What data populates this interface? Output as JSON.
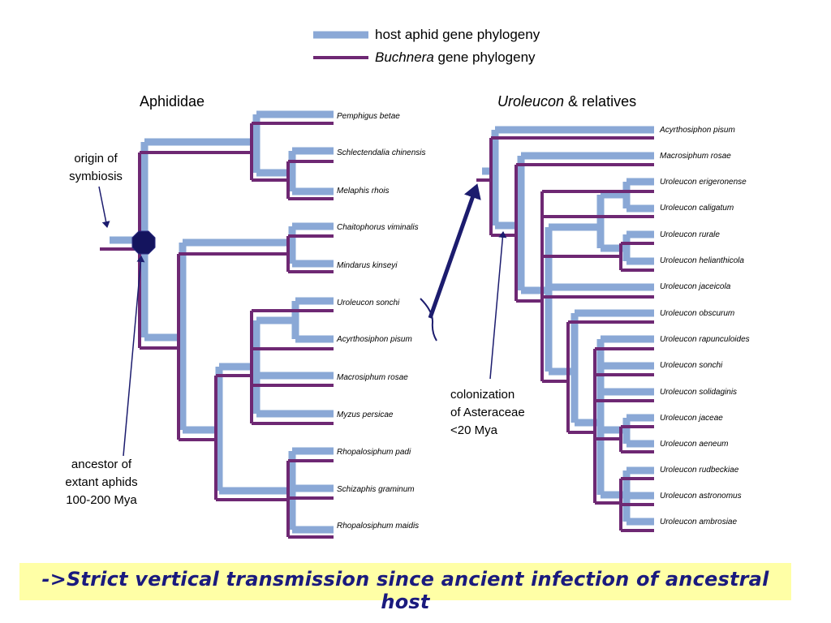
{
  "legend": {
    "host_label": "host aphid gene phylogeny",
    "buchnera_italic": "Buchnera",
    "buchnera_rest": " gene phylogeny"
  },
  "colors": {
    "host": "#8aa8d6",
    "buchnera": "#6e2873",
    "arrow": "#1c1c6e",
    "banner_bg": "#ffffa6",
    "banner_text": "#1a1a7e"
  },
  "left_tree": {
    "title": "Aphididae",
    "taxa": [
      "Pemphigus betae",
      "Schlectendalia chinensis",
      "Melaphis rhois",
      "Chaitophorus viminalis",
      "Mindarus kinseyi",
      "Uroleucon sonchi",
      "Acyrthosiphon pisum",
      "Macrosiphum rosae",
      "Myzus persicae",
      "Rhopalosiphum padi",
      "Schizaphis graminum",
      "Rhopalosiphum maidis"
    ]
  },
  "right_tree": {
    "title_italic": "Uroleucon",
    "title_rest": " & relatives",
    "taxa": [
      "Acyrthosiphon pisum",
      "Macrosiphum rosae",
      "Uroleucon erigeronense",
      "Uroleucon caligatum",
      "Uroleucon rurale",
      "Uroleucon helianthicola",
      "Uroleucon jaceicola",
      "Uroleucon obscurum",
      "Uroleucon rapunculoides",
      "Uroleucon sonchi",
      "Uroleucon solidaginis",
      "Uroleucon jaceae",
      "Uroleucon aeneum",
      "Uroleucon rudbeckiae",
      "Uroleucon astronomus",
      "Uroleucon ambrosiae"
    ]
  },
  "annotations": {
    "origin": [
      "origin of",
      "symbiosis"
    ],
    "ancestor": [
      "ancestor of",
      "extant aphids",
      "100-200 Mya"
    ],
    "colonization": [
      "colonization",
      "of Asteraceae",
      "<20 Mya"
    ]
  },
  "banner": {
    "text": "->Strict vertical transmission since ancient infection of ancestral host"
  }
}
